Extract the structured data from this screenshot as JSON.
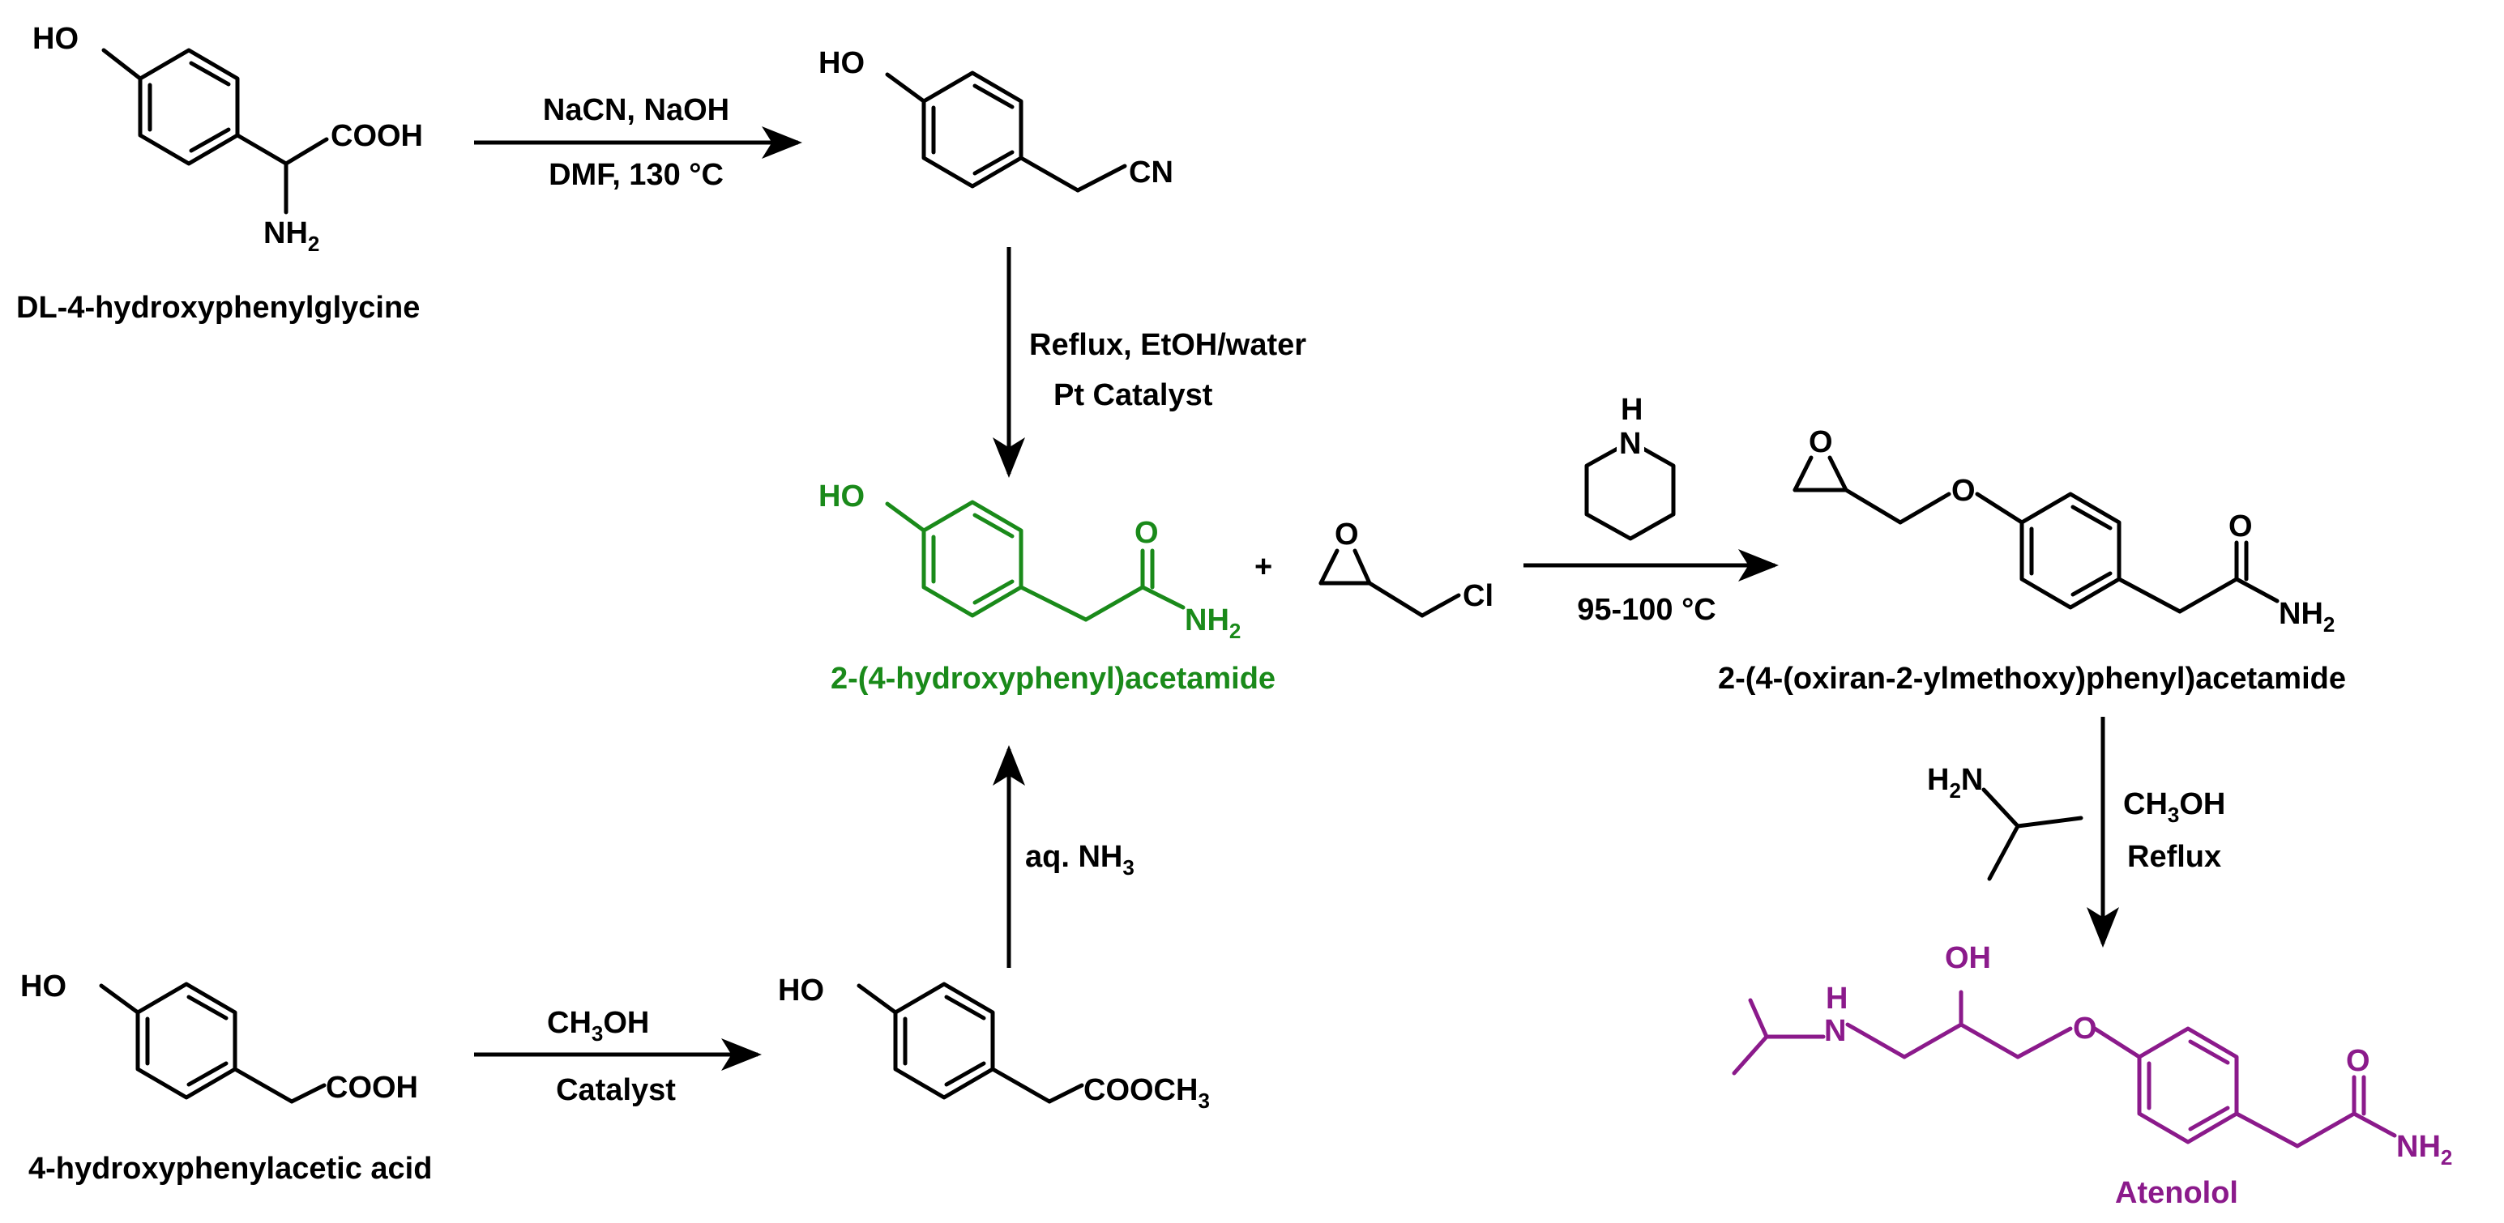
{
  "colors": {
    "default": "#000000",
    "intermediate": "#1a8a1a",
    "product": "#8b1a8b"
  },
  "compounds": {
    "c1_name": "DL-4-hydroxyphenylglycine",
    "c1_groups": {
      "ho": "HO",
      "cooh": "COOH",
      "nh2": "NH",
      "nh2_sub": "2"
    },
    "c2_groups": {
      "ho": "HO",
      "cn": "CN"
    },
    "c3_name": "2-(4-hydroxyphenyl)acetamide",
    "c3_groups": {
      "ho": "HO",
      "o": "O",
      "nh2": "NH",
      "nh2_sub": "2"
    },
    "epi_groups": {
      "o": "O",
      "cl": "Cl",
      "plus": "+"
    },
    "c4_name": "2-(4-(oxiran-2-ylmethoxy)phenyl)acetamide",
    "c4_groups": {
      "epo": "O",
      "ether_o": "O",
      "carb_o": "O",
      "nh2": "NH",
      "nh2_sub": "2"
    },
    "ipa_groups": {
      "h2n_h": "H",
      "h2n_sub": "2",
      "h2n_n": "N"
    },
    "pip_groups": {
      "nh_h": "H",
      "nh_n": "N"
    },
    "c5_name": "4-hydroxyphenylacetic acid",
    "c5_groups": {
      "ho": "HO",
      "cooh": "COOH"
    },
    "c6_groups": {
      "ho": "HO",
      "cooch3": "COOCH",
      "cooch3_sub": "3"
    },
    "c7_name": "Atenolol",
    "c7_groups": {
      "oh": "OH",
      "nh": "H",
      "n": "N",
      "ether_o": "O",
      "carb_o": "O",
      "nh2": "NH",
      "nh2_sub": "2"
    }
  },
  "reactions": {
    "r1_line1": "NaCN, NaOH",
    "r1_line2": "DMF, 130 °C",
    "r2_line1": "Reflux, EtOH/water",
    "r2_line2": "Pt Catalyst",
    "r3_line2": "95-100 °C",
    "r4_line1_a": "CH",
    "r4_line1_sub": "3",
    "r4_line1_b": "OH",
    "r4_line2": "Reflux",
    "r5_line1_a": "CH",
    "r5_line1_sub": "3",
    "r5_line1_b": "OH",
    "r5_line2": "Catalyst",
    "r6_label_a": "aq. NH",
    "r6_label_sub": "3"
  }
}
